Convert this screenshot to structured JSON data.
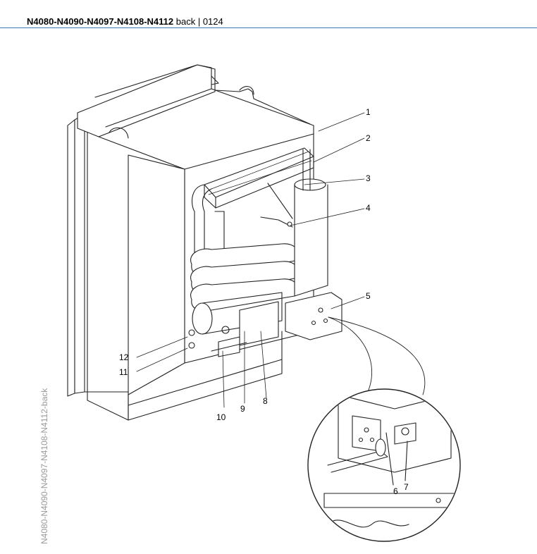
{
  "header": {
    "model": "N4080-N4090-N4097-N4108-N4112",
    "suffix": "back | 0124",
    "accent_color": "#3a76b8"
  },
  "side_caption": "N4080-N4090-N4097-N4108-N4112-back",
  "callouts": {
    "c1": "1",
    "c2": "2",
    "c3": "3",
    "c4": "4",
    "c5": "5",
    "c6": "6",
    "c7": "7",
    "c8": "8",
    "c9": "9",
    "c10": "10",
    "c11": "11",
    "c12": "12"
  }
}
